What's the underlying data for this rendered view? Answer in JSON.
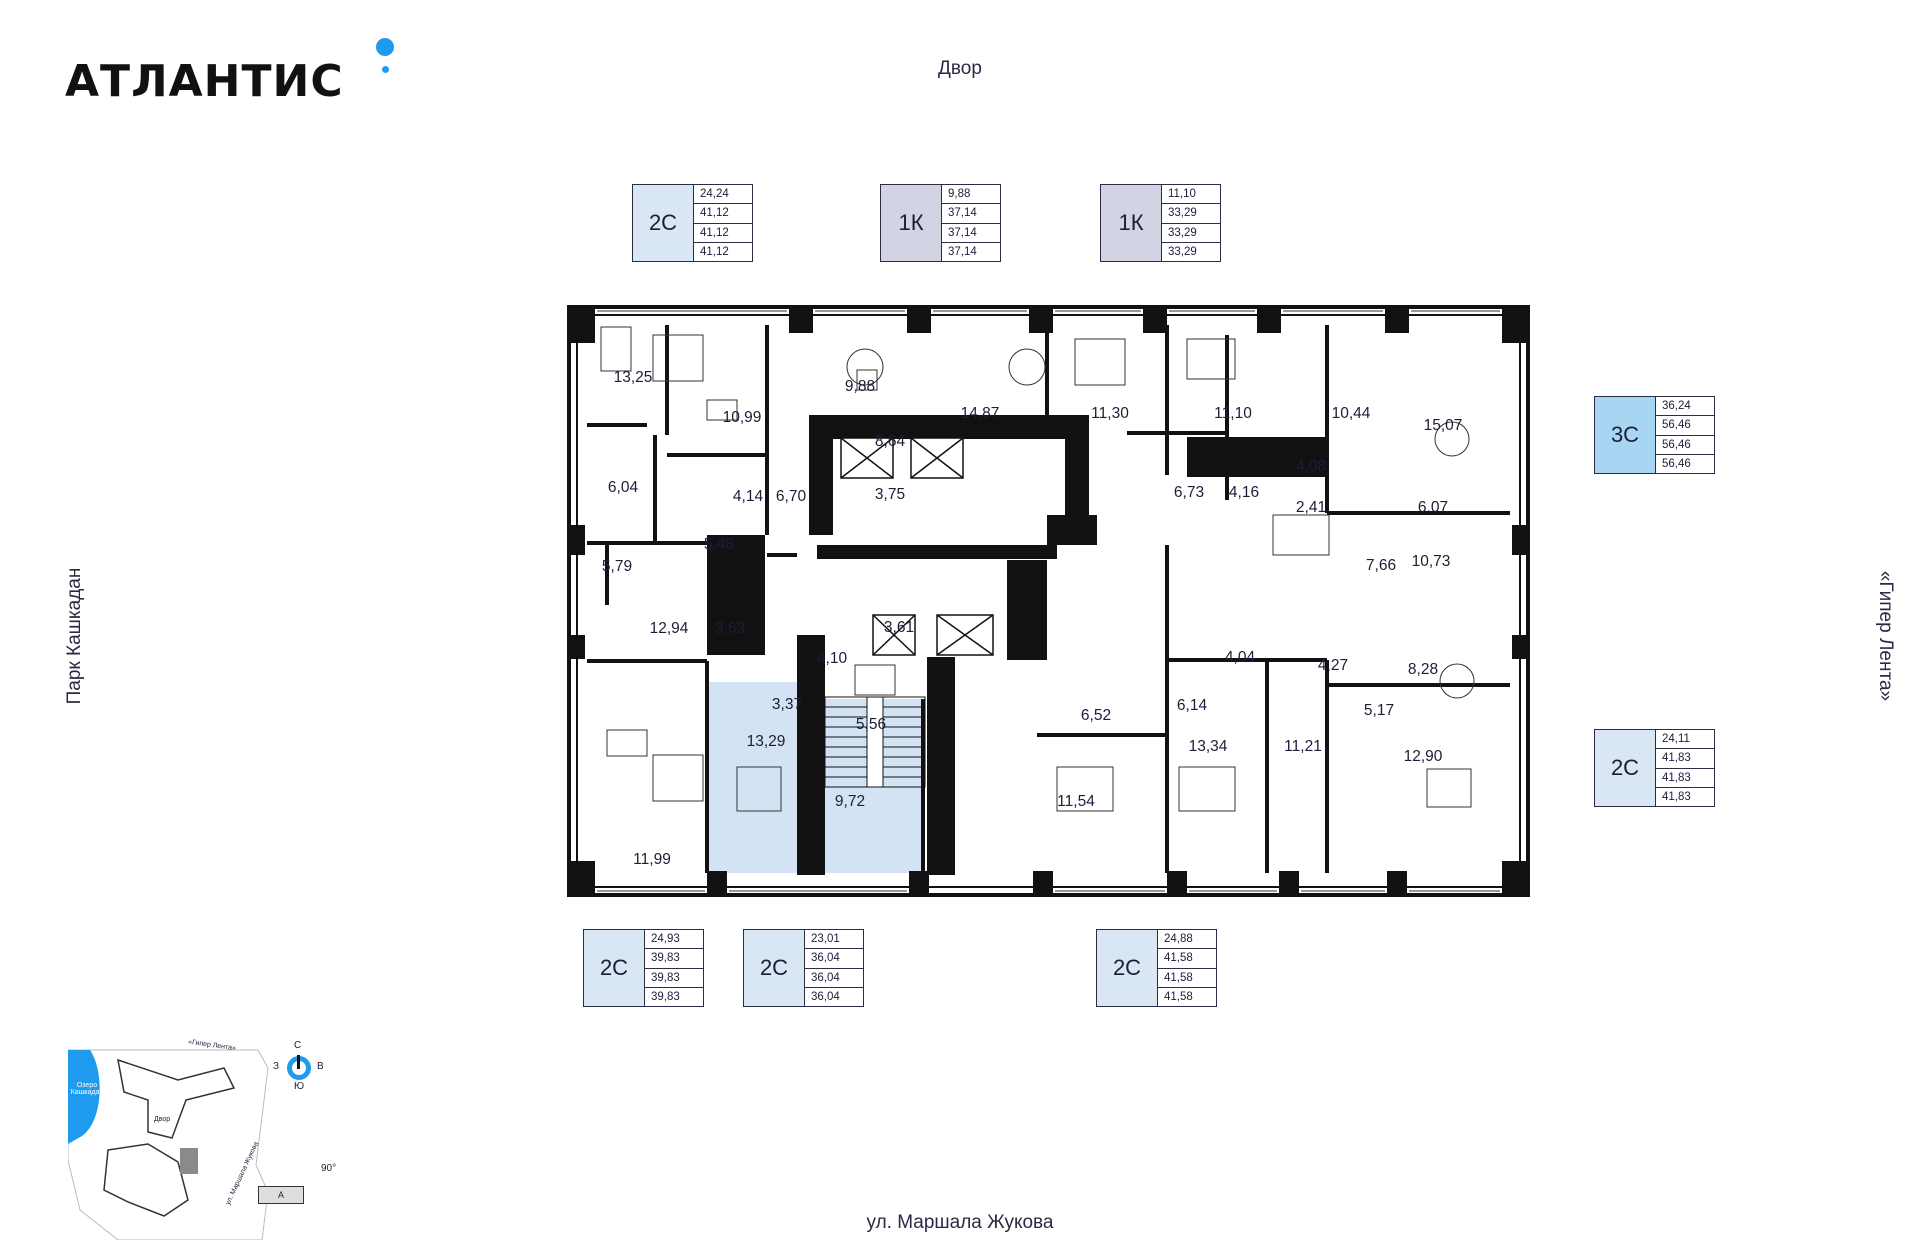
{
  "brand": {
    "name": "АТЛАНТИС",
    "accent": "#1e9bef"
  },
  "labels": {
    "top": "Двор",
    "bottom": "ул. Маршала Жукова",
    "left": "Парк Кашкадан",
    "right": "«Гипер Лента»"
  },
  "cards": [
    {
      "id": "top-1",
      "type": "2С",
      "values": [
        "24,24",
        "41,12",
        "41,12",
        "41,12"
      ]
    },
    {
      "id": "top-2",
      "type": "1К",
      "values": [
        "9,88",
        "37,14",
        "37,14",
        "37,14"
      ]
    },
    {
      "id": "top-3",
      "type": "1К",
      "values": [
        "11,10",
        "33,29",
        "33,29",
        "33,29"
      ]
    },
    {
      "id": "right-1",
      "type": "3С",
      "values": [
        "36,24",
        "56,46",
        "56,46",
        "56,46"
      ]
    },
    {
      "id": "right-2",
      "type": "2С",
      "values": [
        "24,11",
        "41,83",
        "41,83",
        "41,83"
      ]
    },
    {
      "id": "bottom-1",
      "type": "2С",
      "values": [
        "24,93",
        "39,83",
        "39,83",
        "39,83"
      ]
    },
    {
      "id": "bottom-2",
      "type": "2С",
      "values": [
        "23,01",
        "36,04",
        "36,04",
        "36,04"
      ]
    },
    {
      "id": "bottom-3",
      "type": "2С",
      "values": [
        "24,88",
        "41,58",
        "41,58",
        "41,58"
      ]
    }
  ],
  "rooms": [
    "13,25",
    "10,99",
    "9,88",
    "14,87",
    "11,30",
    "11,10",
    "10,44",
    "15,07",
    "6,04",
    "4,14",
    "6,70",
    "8,64",
    "3,75",
    "6,73",
    "4,16",
    "4,08",
    "2,41",
    "6,07",
    "5,48",
    "5,79",
    "12,94",
    "3,63",
    "3,61",
    "7,66",
    "10,73",
    "4,10",
    "4,04",
    "4,27",
    "8,28",
    "3,37",
    "5,56",
    "6,52",
    "6,14",
    "5,17",
    "13,29",
    "9,72",
    "11,54",
    "13,34",
    "11,21",
    "12,90",
    "11,99"
  ],
  "compass": {
    "n": "С",
    "s": "Ю",
    "w": "З",
    "e": "В",
    "rotation": "90°",
    "section": "А"
  },
  "minimap": {
    "lake": "Озеро Кашкадан",
    "store": "«Гипер Лента»",
    "yard": "Двор",
    "street": "ул. Маршала Жукова"
  }
}
